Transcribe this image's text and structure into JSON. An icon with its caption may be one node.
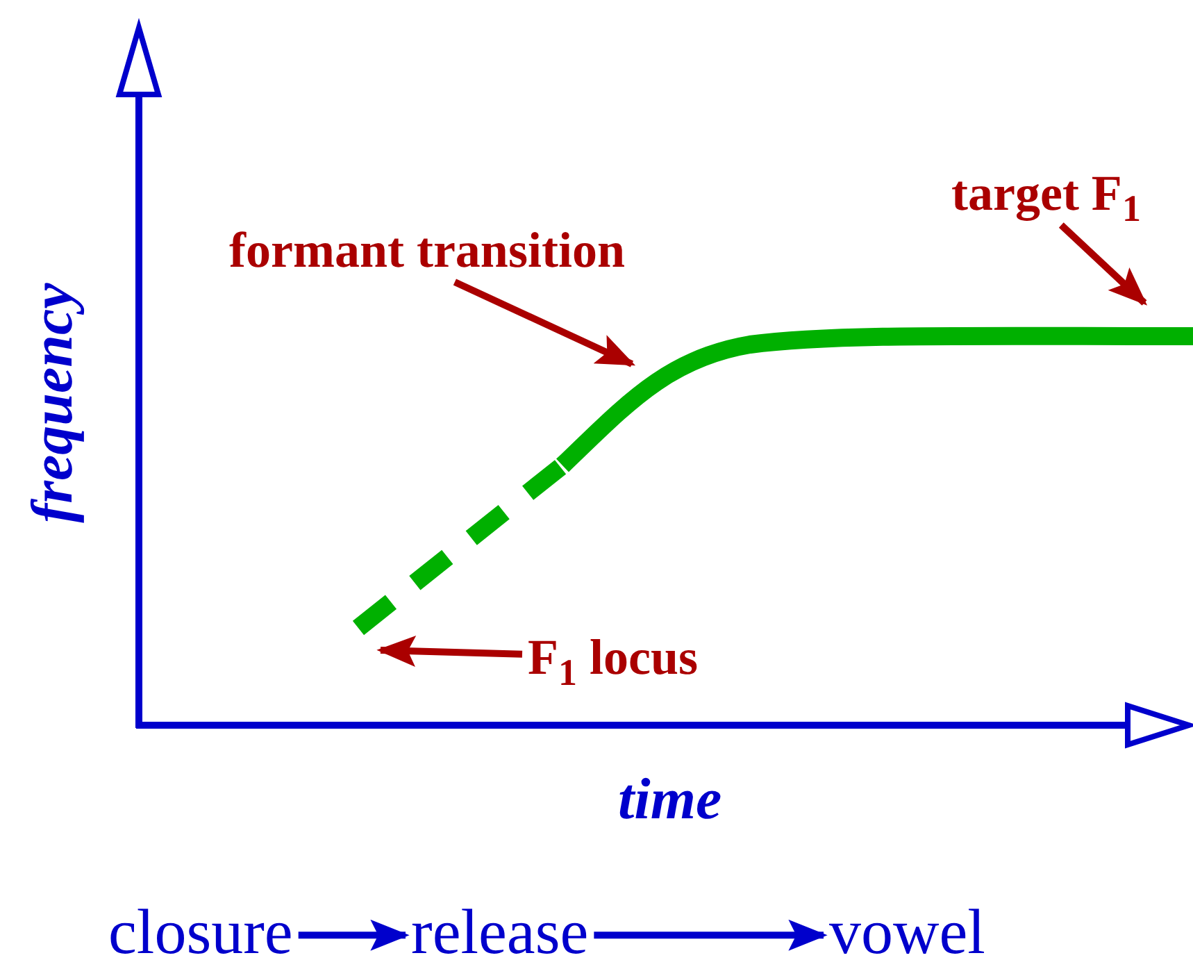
{
  "diagram": {
    "nodes": [
      {
        "text": [
          "formant transition"
        ]
      },
      {
        "text": [
          "target F$_{1}$"
        ]
      },
      {
        "text": [
          "F$_{1}$ locus"
        ]
      },
      {
        "text": [
          "closure"
        ]
      },
      {
        "text": [
          "release"
        ]
      },
      {
        "text": [
          "vowel"
        ]
      }
    ],
    "edges": [
      {
        "from": 0,
        "to": null,
        "arrow": "to"
      },
      {
        "from": 1,
        "to": null,
        "arrow": "to"
      },
      {
        "from": 2,
        "to": null,
        "arrow": "to"
      },
      {
        "from": 3,
        "to": 4,
        "arrow": "to",
        "color": "#0000cc"
      },
      {
        "from": 4,
        "to": 5,
        "arrow": "to",
        "color": "#0000cc"
      }
    ],
    "labels": [
      "frequency",
      "time"
    ]
  }
}
